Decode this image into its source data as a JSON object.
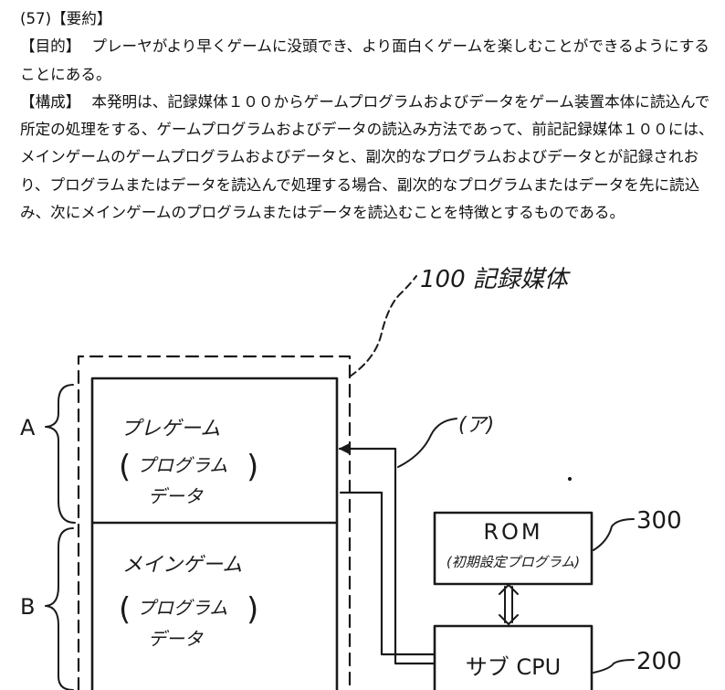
{
  "abstract": {
    "heading": "(57)【要約】",
    "purpose_label": "【目的】",
    "purpose_text": "プレーヤがより早くゲームに没頭でき、より面白くゲームを楽しむことができるようにすることにある。",
    "structure_label": "【構成】",
    "structure_text": "本発明は、記録媒体１００からゲームプログラムおよびデータをゲーム装置本体に読込んで所定の処理をする、ゲームプログラムおよびデータの読込み方法であって、前記記録媒体１００には、メインゲームのゲームプログラムおよびデータと、副次的なプログラムおよびデータとが記録されおり、プログラムまたはデータを読込んで処理する場合、副次的なプログラムまたはデータを先に読込み、次にメインゲームのプログラムまたはデータを読込むことを特徴とするものである。"
  },
  "figure": {
    "medium_label": "100 記録媒体",
    "section_a_label": "A",
    "section_b_label": "B",
    "pregame_title": "プレゲーム",
    "pregame_paren_line": "プログラム",
    "pregame_data_line": "データ",
    "maingame_title": "メインゲーム",
    "maingame_paren_line": "プログラム",
    "maingame_data_line": "データ",
    "path_label": "(ア)",
    "rom_title": "ROM",
    "rom_subtitle": "(初期設定プログラム)",
    "rom_ref": "300",
    "cpu_label": "サブ CPU",
    "cpu_ref": "200"
  }
}
